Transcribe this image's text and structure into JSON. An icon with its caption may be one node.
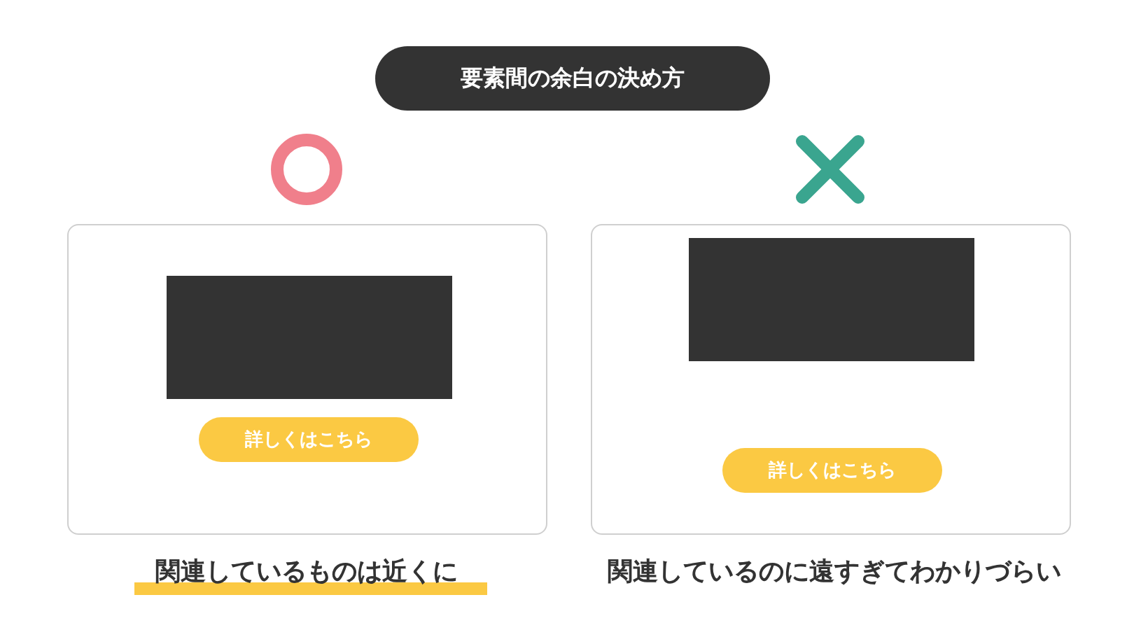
{
  "diagram": {
    "title": "要素間の余白の決め方",
    "nodes": [
      {
        "text": [],
        "shape": "box"
      },
      {
        "text": [],
        "shape": "box",
        "in": 0
      },
      {
        "text": [
          "詳しくはこちら"
        ],
        "in": 0
      },
      {
        "text": [],
        "shape": "box"
      },
      {
        "text": [],
        "shape": "box",
        "in": 3
      },
      {
        "text": [
          "詳しくはこちら"
        ],
        "in": 3
      }
    ],
    "labels": [
      "関連しているものは近くに",
      "関連しているのに遠すぎてわかりづらい"
    ]
  }
}
